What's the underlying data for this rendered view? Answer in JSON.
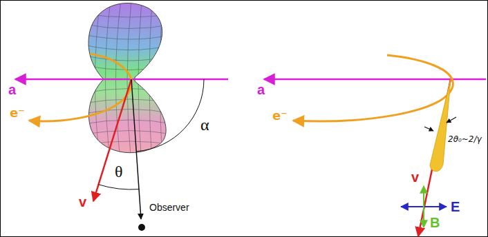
{
  "diagram": {
    "labels": [
      "a",
      "e⁻",
      "α",
      "v",
      "θ",
      "Observer",
      "a",
      "e⁻",
      "2θ₀~2/γ",
      "v",
      "E",
      "B"
    ]
  }
}
